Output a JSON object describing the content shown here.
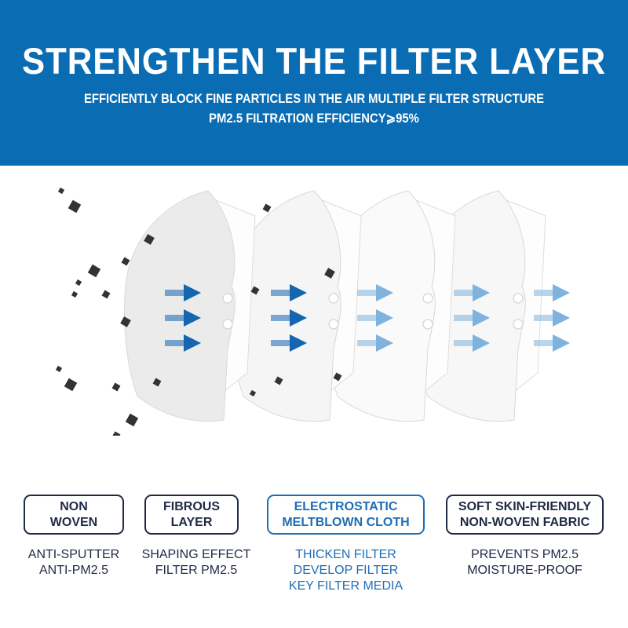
{
  "header": {
    "title": "STRENGTHEN THE FILTER LAYER",
    "subtitle_line1": "EFFICIENTLY BLOCK FINE PARTICLES IN THE AIR MULTIPLE FILTER STRUCTURE",
    "subtitle_line2": "PM2.5 FILTRATION EFFICIENCY⩾95%"
  },
  "layers": [
    {
      "name_line1": "NON",
      "name_line2": "WOVEN",
      "desc": [
        "ANTI-SPUTTER",
        "ANTI-PM2.5"
      ]
    },
    {
      "name_line1": "FIBROUS",
      "name_line2": "LAYER",
      "desc": [
        "SHAPING EFFECT",
        "FILTER PM2.5"
      ]
    },
    {
      "name_line1": "ELECTROSTATIC",
      "name_line2": "MELTBLOWN CLOTH",
      "desc": [
        "THICKEN FILTER",
        "DEVELOP FILTER",
        "KEY FILTER MEDIA"
      ]
    },
    {
      "name_line1": "SOFT SKIN-FRIENDLY",
      "name_line2": "NON-WOVEN FABRIC",
      "desc": [
        "PREVENTS PM2.5",
        "MOISTURE-PROOF"
      ]
    }
  ],
  "colors": {
    "brand": "#0a6db4",
    "dark_arrow": "#1565b0",
    "light_arrow": "#7fb2dc",
    "text": "#1f2a44"
  }
}
